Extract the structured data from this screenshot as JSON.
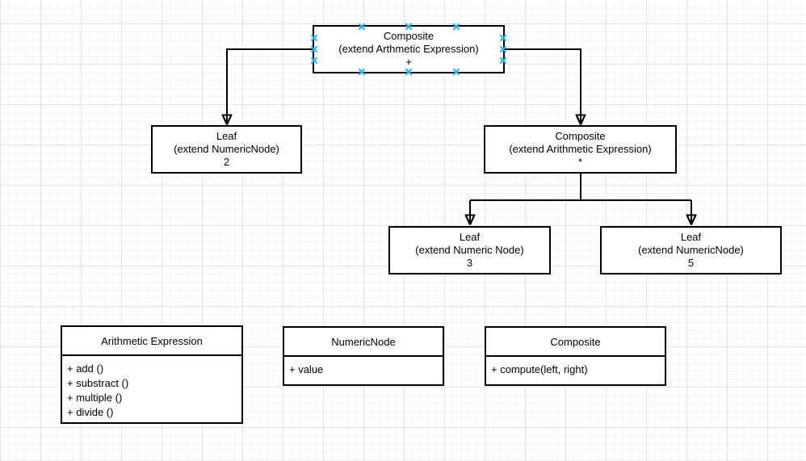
{
  "colors": {
    "stroke": "#000000",
    "node_fill": "#ffffff",
    "grid_minor": "#f4f4f5",
    "grid_major": "#e3e3e3",
    "connection_point": "#29b6f2"
  },
  "selection": {
    "selected_node": "composite_plus",
    "fractions": [
      0.25,
      0.5,
      0.75
    ],
    "color": "#29b6f2"
  },
  "tree_nodes": {
    "composite_plus": {
      "title": "Composite",
      "subtitle": "(extend Arthmetic Expression)",
      "value": "+"
    },
    "leaf_2": {
      "title": "Leaf",
      "subtitle": "(extend NumericNode)",
      "value": "2"
    },
    "composite_star": {
      "title": "Composite",
      "subtitle": "(extend Arithmetic Expression)",
      "value": "*"
    },
    "leaf_3": {
      "title": "Leaf",
      "subtitle": "(extend Numeric Node)",
      "value": "3"
    },
    "leaf_5": {
      "title": "Leaf",
      "subtitle": "(extend NumericNode)",
      "value": "5"
    }
  },
  "classes": [
    {
      "name": "Arithmetic Expression",
      "members": [
        "+ add ()",
        "+ substract ()",
        "+ multiple ()",
        "+ divide ()"
      ]
    },
    {
      "name": "NumericNode",
      "members": [
        "+ value"
      ]
    },
    {
      "name": "Composite",
      "members": [
        "+ compute(left, right)"
      ]
    }
  ],
  "edges": [
    {
      "from": "composite_plus",
      "to": "leaf_2"
    },
    {
      "from": "composite_plus",
      "to": "composite_star"
    },
    {
      "from": "composite_star",
      "to": "leaf_3"
    },
    {
      "from": "composite_star",
      "to": "leaf_5"
    }
  ]
}
